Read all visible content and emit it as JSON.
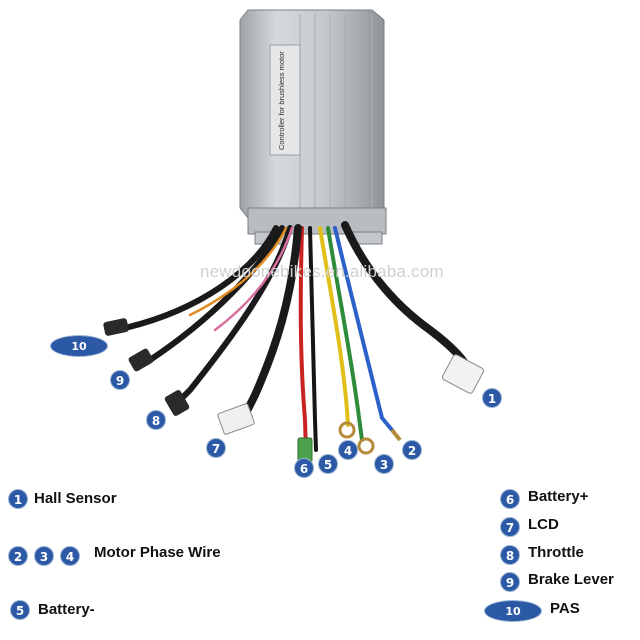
{
  "watermark": "newdoonebikes.en.alibaba.com",
  "colors": {
    "badge": "#2b59a6",
    "housing": "#c8ccd0",
    "cable": "#1a1a1a"
  },
  "controller": {
    "label_lines": [
      "Controller for brushless motor"
    ]
  },
  "callouts": [
    "1",
    "2",
    "3",
    "4",
    "5",
    "6",
    "7",
    "8",
    "9",
    "10"
  ],
  "legend": [
    {
      "numbers": [
        "1"
      ],
      "label": "Hall Sensor"
    },
    {
      "numbers": [
        "2",
        "3",
        "4"
      ],
      "label": "Motor Phase Wire"
    },
    {
      "numbers": [
        "5"
      ],
      "label": "Battery-"
    },
    {
      "numbers": [
        "6"
      ],
      "label": "Battery+"
    },
    {
      "numbers": [
        "7"
      ],
      "label": "LCD"
    },
    {
      "numbers": [
        "8"
      ],
      "label": "Throttle"
    },
    {
      "numbers": [
        "9"
      ],
      "label": "Brake Lever"
    },
    {
      "numbers": [
        "10"
      ],
      "label": "PAS"
    }
  ]
}
